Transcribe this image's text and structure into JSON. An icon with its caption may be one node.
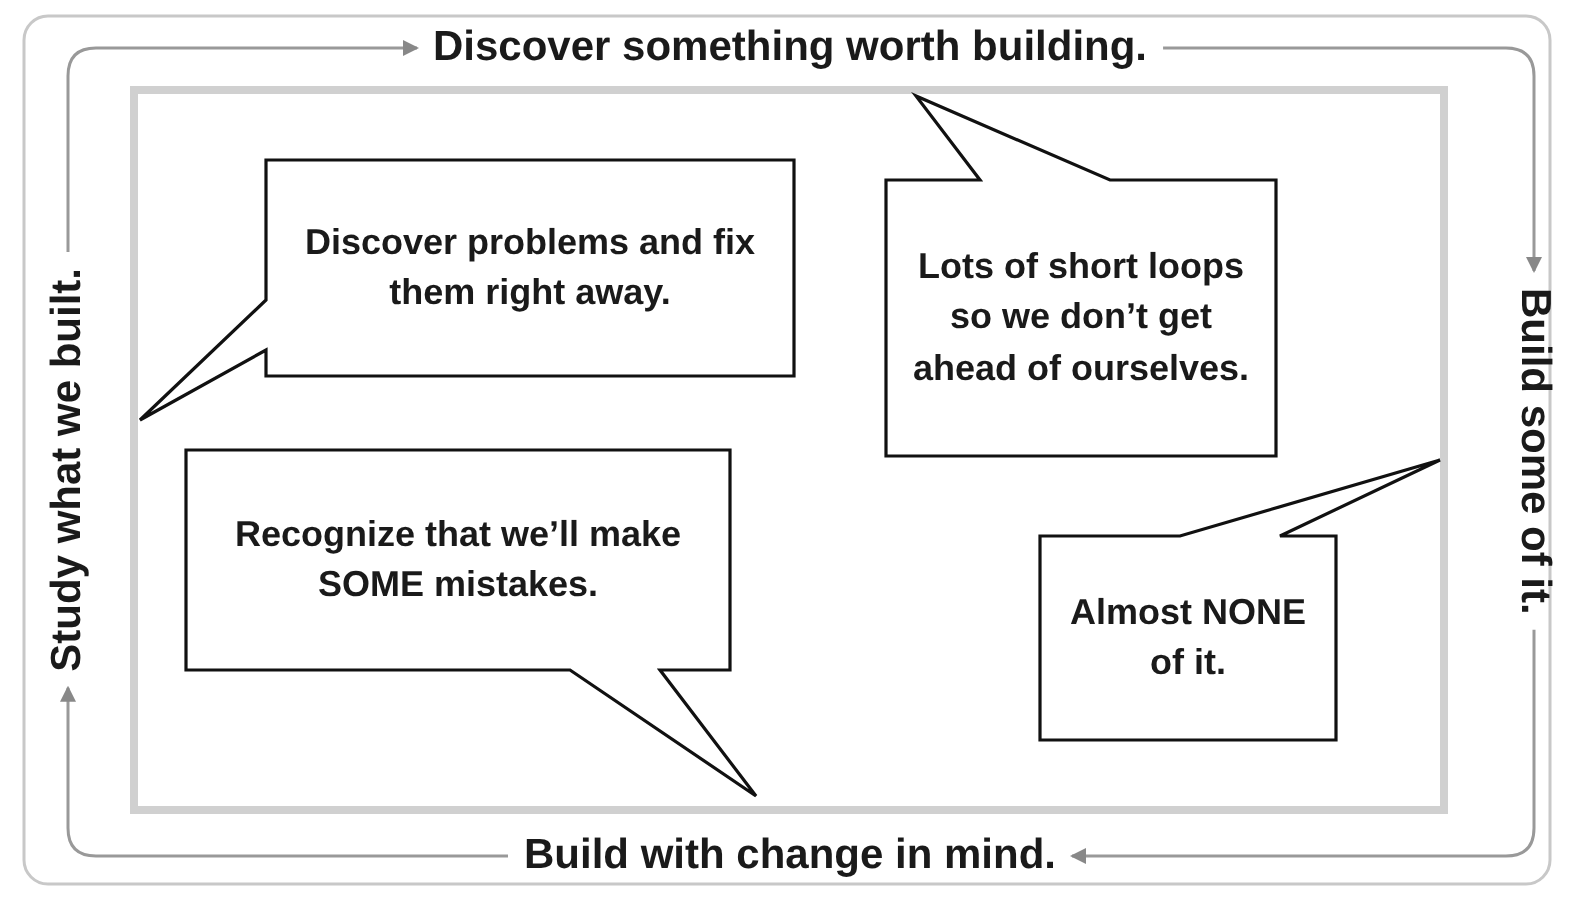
{
  "diagram": {
    "nodes": [
      {
        "text": [
          "Discover something worth building."
        ]
      },
      {
        "text": [
          "Build some of it."
        ]
      },
      {
        "text": [
          "Build with change in mind."
        ]
      },
      {
        "text": [
          "Study what we built."
        ]
      },
      {
        "text": [
          "Discover problems and fix them right away."
        ]
      },
      {
        "text": [
          "Lots of short loops so we don’t get ahead of ourselves."
        ]
      },
      {
        "text": [
          "Recognize that we’ll make SOME mistakes."
        ]
      },
      {
        "text": [
          "Almost NONE of it."
        ]
      }
    ],
    "edges": [
      {
        "from": 0,
        "to": 1,
        "arrow": "to"
      },
      {
        "from": 1,
        "to": 2,
        "arrow": "to"
      },
      {
        "from": 2,
        "to": 3,
        "arrow": "to"
      },
      {
        "from": 3,
        "to": 0,
        "arrow": "to"
      }
    ]
  }
}
